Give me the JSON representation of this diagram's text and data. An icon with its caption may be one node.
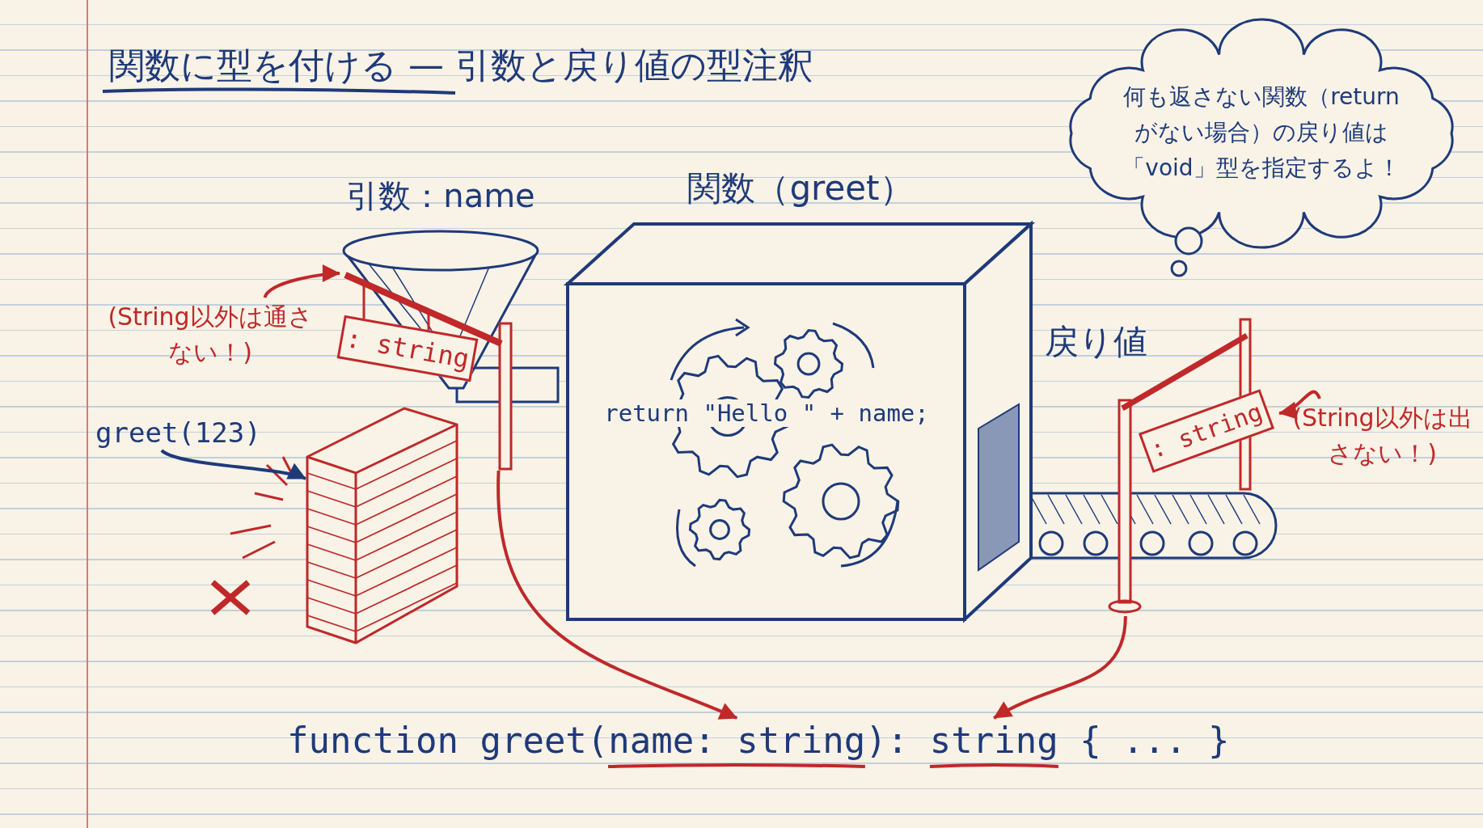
{
  "diagram": {
    "title": "関数に型を付ける — 引数と戻り値の型注釈",
    "nodes": [
      {
        "text": [
          "引数：name"
        ]
      },
      {
        "text": [
          ": string"
        ]
      },
      {
        "text": [
          "(String以外は通さない！)"
        ]
      },
      {
        "text": [
          "greet(123)"
        ]
      },
      {
        "text": [],
        "shape": "picture"
      },
      {
        "text": [
          "関数（greet）",
          "return \"Hello \" + name;"
        ]
      },
      {
        "text": [
          "戻り値"
        ]
      },
      {
        "text": [
          ": string"
        ]
      },
      {
        "text": [
          "(String以外は出さない！)"
        ]
      },
      {
        "text": [
          "何も返さない関数（returnがない場合）の戻り値は「void」型を指定するよ！"
        ]
      },
      {
        "text": [
          "function greet(name: string): string { ... }"
        ]
      }
    ],
    "edges": [
      {
        "from": 2,
        "to": 1,
        "arrow": "to"
      },
      {
        "from": 3,
        "to": 4,
        "arrow": "to",
        "color": "#1f3a7a"
      },
      {
        "from": 1,
        "to": 10,
        "arrow": "to"
      },
      {
        "from": 6,
        "to": 10,
        "arrow": "to"
      },
      {
        "from": 8,
        "to": 7,
        "arrow": "to"
      }
    ]
  }
}
